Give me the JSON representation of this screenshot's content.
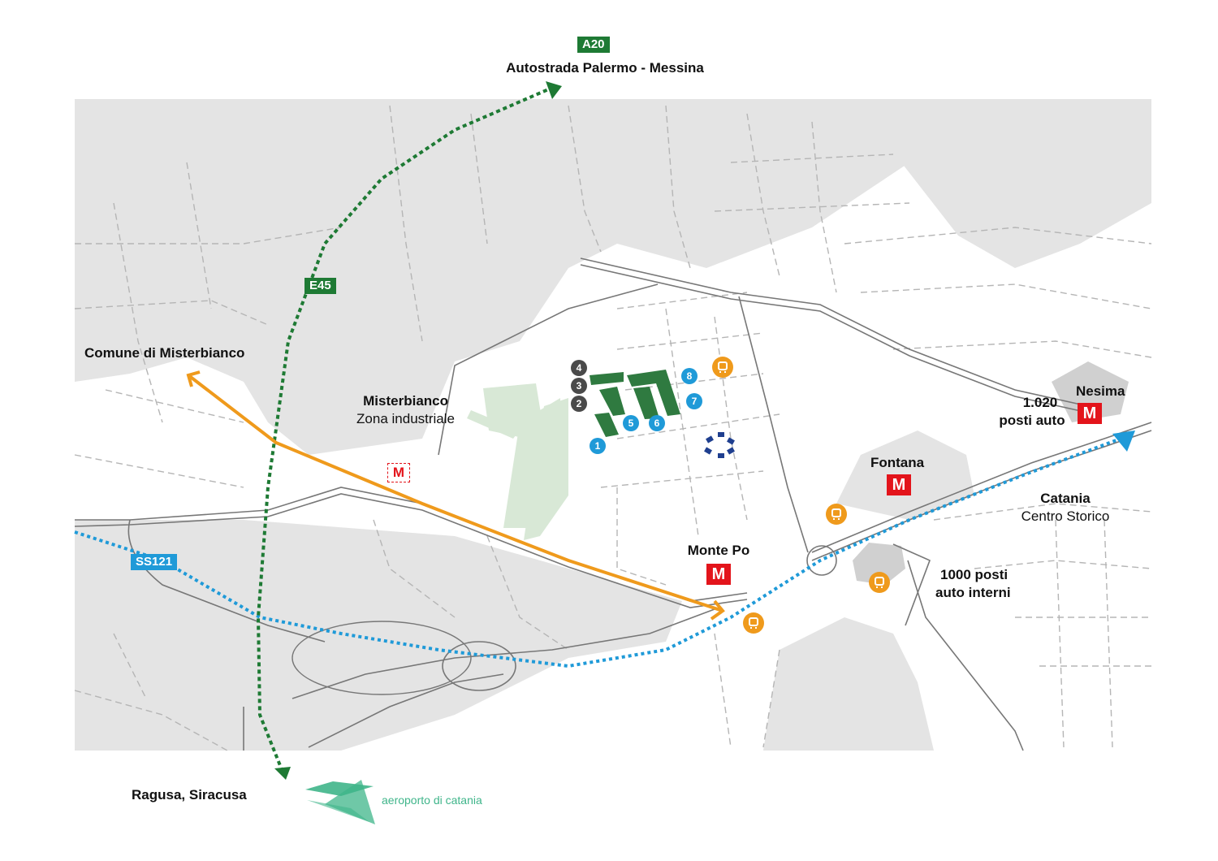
{
  "colors": {
    "terrain": "#e4e4e4",
    "road": "#a9a9a9",
    "motorway_green": "#1e7a34",
    "ss121_blue": "#1f9ad8",
    "route_orange": "#ef9a1c",
    "metro_red": "#e3141b",
    "building_green": "#2f7a40",
    "industrial_green": "#d8e8d6",
    "logo_green": "#3fb58a"
  },
  "roads": {
    "a20": {
      "shield": "A20",
      "name": "Autostrada Palermo - Messina"
    },
    "e45": {
      "shield": "E45"
    },
    "ss121": {
      "shield": "SS121"
    }
  },
  "places": {
    "misterbianco_comune": "Comune di Misterbianco",
    "misterbianco_zona_title": "Misterbianco",
    "misterbianco_zona_sub": "Zona industriale",
    "ragusa": "Ragusa, Siracusa",
    "catania_title": "Catania",
    "catania_sub": "Centro Storico"
  },
  "metro": {
    "symbol": "M",
    "stations": {
      "monte_po": "Monte Po",
      "fontana": "Fontana",
      "nesima": "Nesima"
    }
  },
  "parking": {
    "nesima_line1": "1.020",
    "nesima_line2": "posti auto",
    "interni_line1": "1000 posti",
    "interni_line2": "auto interni"
  },
  "markers": {
    "dark": [
      "4",
      "3",
      "2"
    ],
    "blue": [
      "1",
      "5",
      "6",
      "7",
      "8"
    ]
  },
  "logo": {
    "text": "aeroporto di catania"
  }
}
